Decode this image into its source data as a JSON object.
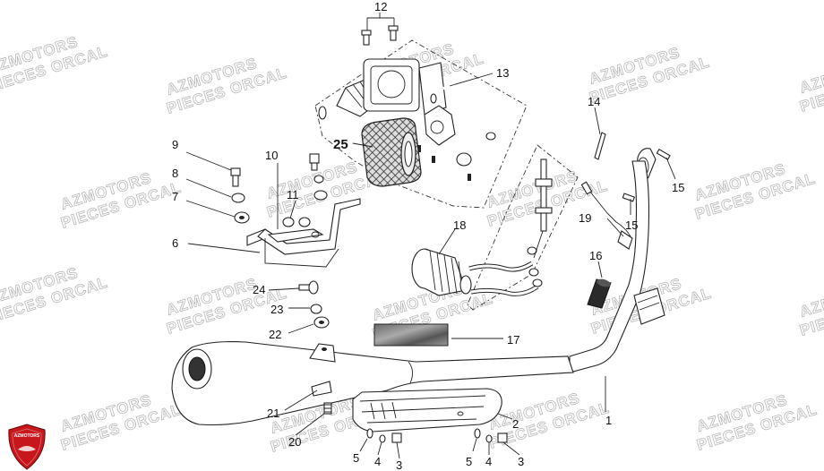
{
  "watermark": {
    "line1": "AZMOTORS",
    "line2": "PIECES ORCAL"
  },
  "logo": {
    "text": "AZMOTORS",
    "color": "#c8161d"
  },
  "callouts": {
    "n1": "1",
    "n2": "2",
    "n3a": "3",
    "n3b": "3",
    "n4a": "4",
    "n4b": "4",
    "n5a": "5",
    "n5b": "5",
    "n6": "6",
    "n7": "7",
    "n8": "8",
    "n9": "9",
    "n10": "10",
    "n11": "11",
    "n12": "12",
    "n13": "13",
    "n14": "14",
    "n15a": "15",
    "n15b": "15",
    "n16": "16",
    "n17": "17",
    "n18": "18",
    "n19": "19",
    "n20": "20",
    "n21": "21",
    "n22": "22",
    "n23": "23",
    "n24": "24",
    "n25": "25"
  }
}
